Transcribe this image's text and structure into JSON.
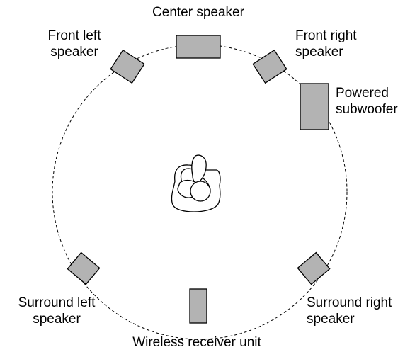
{
  "colors": {
    "speaker_fill": "#b3b3b3",
    "stroke": "#000000",
    "background": "#ffffff"
  },
  "labels": {
    "center": "Center speaker",
    "front_left_1": "Front left",
    "front_left_2": "speaker",
    "front_right_1": "Front right",
    "front_right_2": "speaker",
    "subwoofer_1": "Powered",
    "subwoofer_2": "subwoofer",
    "surround_left_1": "Surround left",
    "surround_left_2": "speaker",
    "surround_right_1": "Surround right",
    "surround_right_2": "speaker",
    "receiver": "Wireless receiver unit"
  },
  "icons": {
    "listener": "listener-icon"
  }
}
